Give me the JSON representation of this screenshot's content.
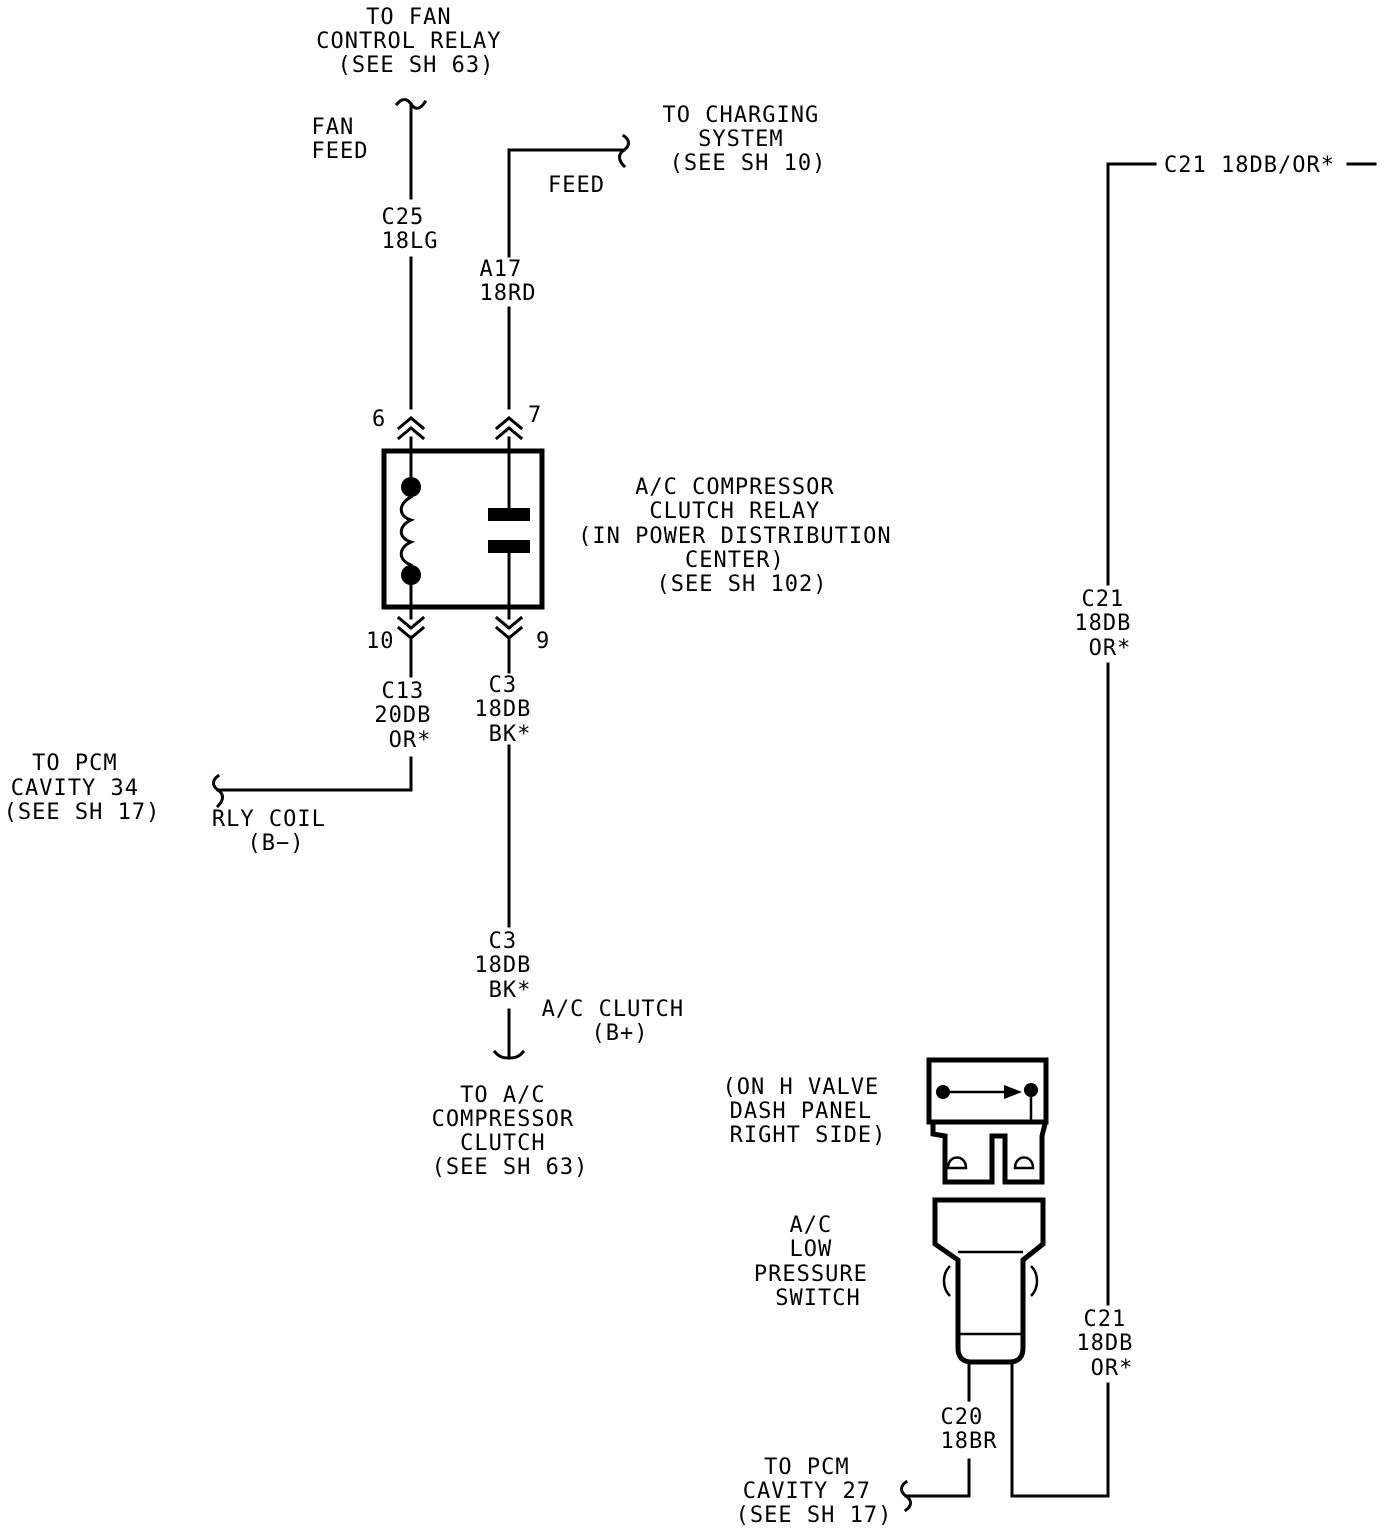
{
  "labels": {
    "fan_relay": [
      "TO FAN",
      "CONTROL RELAY",
      "(SEE SH 63)"
    ],
    "fan_feed": [
      "FAN",
      "FEED"
    ],
    "charging": [
      "TO CHARGING",
      "SYSTEM",
      "(SEE SH 10)"
    ],
    "feed": "FEED",
    "c25": [
      "C25",
      "18LG"
    ],
    "a17": [
      "A17",
      "18RD"
    ],
    "pin6": "6",
    "pin7": "7",
    "pin10": "10",
    "pin9": "9",
    "relay": [
      "A/C COMPRESSOR",
      "CLUTCH RELAY",
      "(IN POWER DISTRIBUTION",
      "CENTER)",
      "(SEE SH 102)"
    ],
    "c13": [
      "C13",
      "20DB",
      "OR*"
    ],
    "c3_top": [
      "C3",
      "18DB",
      "BK*"
    ],
    "pcm34": [
      "TO PCM",
      "CAVITY 34",
      "(SEE SH 17)"
    ],
    "rly_coil": [
      "RLY COIL",
      "(B−)"
    ],
    "c3_bottom": [
      "C3",
      "18DB",
      "BK*"
    ],
    "ac_clutch": [
      "A/C CLUTCH",
      "(B+)"
    ],
    "to_compressor": [
      "TO A/C",
      "COMPRESSOR",
      "CLUTCH",
      "(SEE SH 63)"
    ],
    "c21_top": "C21 18DB/OR*",
    "c21_mid": [
      "C21",
      "18DB",
      "OR*"
    ],
    "switch_loc": [
      "(ON H VALVE",
      "DASH PANEL",
      "RIGHT SIDE)"
    ],
    "switch_name": [
      "A/C",
      "LOW",
      "PRESSURE",
      "SWITCH"
    ],
    "c21_low": [
      "C21",
      "18DB",
      "OR*"
    ],
    "c20": [
      "C20",
      "18BR"
    ],
    "pcm27": [
      "TO PCM",
      "CAVITY 27",
      "(SEE SH 17)"
    ]
  }
}
